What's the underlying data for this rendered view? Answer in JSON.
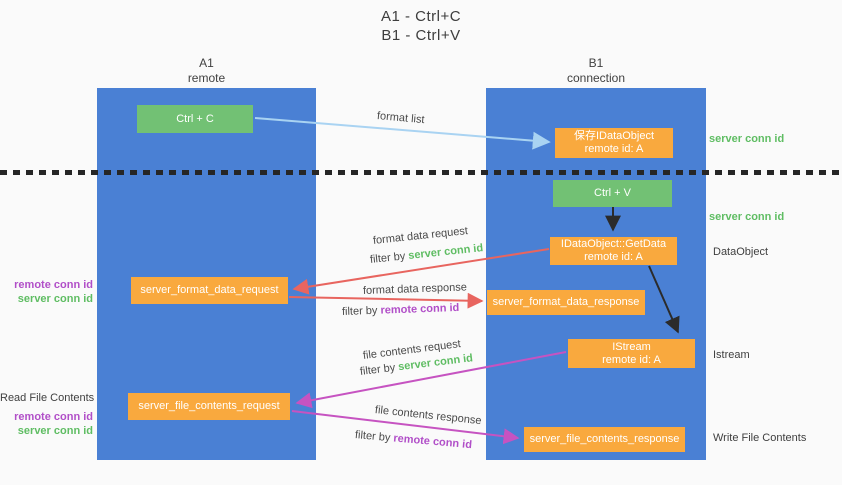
{
  "title": {
    "line1": "A1 - Ctrl+C",
    "line2": "B1 - Ctrl+V"
  },
  "lanes": {
    "a1": {
      "title": "A1",
      "subtitle": "remote"
    },
    "b1": {
      "title": "B1",
      "subtitle": "connection"
    }
  },
  "nodes": {
    "ctrl_c": {
      "label": "Ctrl + C"
    },
    "save_idataobject": {
      "line1": "保存IDataObject",
      "line2": "remote id: A"
    },
    "ctrl_v": {
      "label": "Ctrl + V"
    },
    "getdata": {
      "line1": "IDataObject::GetData",
      "line2": "remote id: A"
    },
    "format_request": {
      "label": "server_format_data_request"
    },
    "format_response": {
      "label": "server_format_data_response"
    },
    "istream": {
      "line1": "IStream",
      "line2": "remote id: A"
    },
    "file_request": {
      "label": "server_file_contents_request"
    },
    "file_response": {
      "label": "server_file_contents_response"
    }
  },
  "side_labels": {
    "server_conn_id_right_top": "server conn id",
    "server_conn_id_right_mid": "server conn id",
    "dataobject": "DataObject",
    "istream": "Istream",
    "write_file_contents": "Write File Contents",
    "remote_conn_id_left_top": "remote conn id",
    "server_conn_id_left_top": "server conn id",
    "read_file_contents": "Read File Contents",
    "remote_conn_id_left_bottom": "remote conn id",
    "server_conn_id_left_bottom": "server conn id"
  },
  "arrow_labels": {
    "format_list": "format list",
    "format_data_request": "format data request",
    "format_data_response": "format data response",
    "file_contents_request": "file contents request",
    "file_contents_response": "file contents response",
    "filter_by": "filter by ",
    "server_conn_id": "server conn id",
    "remote_conn_id": "remote conn id"
  },
  "colors": {
    "lane_blue": "#4a80d4",
    "node_green": "#72c174",
    "node_orange": "#f9a93e",
    "server_conn_green": "#5fbd63",
    "remote_conn_purple": "#b14fc8",
    "arrow_red": "#e8655f",
    "arrow_magenta": "#c653c1",
    "arrow_light_blue": "#a9d3f2",
    "arrow_black": "#2b2b2b"
  }
}
